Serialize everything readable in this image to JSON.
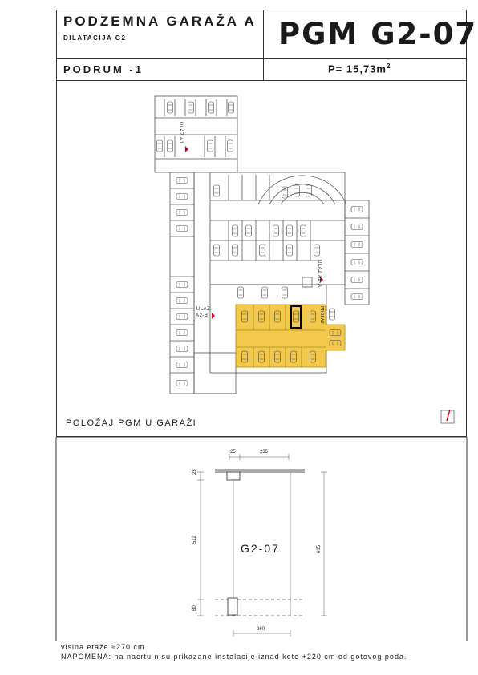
{
  "header": {
    "title": "PODZEMNA GARAŽA A",
    "subtitle": "DILATACIJA G2",
    "code": "PGM G2-07",
    "floor": "PODRUM -1",
    "area_prefix": "P= 15,73m",
    "area_sup": "2"
  },
  "site_plan": {
    "caption": "POLOŽAJ PGM U GARAŽI",
    "labels": {
      "entrance_a1": "ULAZ A1",
      "entrance_a2a": "ULAZ A2-A",
      "entrance_a2b_1": "ULAZ",
      "entrance_a2b_2": "A2-B",
      "transit": "PROLAZ"
    },
    "highlight_color": "#f2c94c",
    "selected_outline_color": "#000000"
  },
  "detail": {
    "space_label": "G2-07",
    "dim_top_small": "25",
    "dim_top_large": "235",
    "dim_left_top": "23",
    "dim_left_mid": "512",
    "dim_left_bottom": "80",
    "dim_right": "615",
    "dim_bottom": "260"
  },
  "notes": {
    "line1": "visina etaže ≈270 cm",
    "line2": "NAPOMENA:  na nacrtu nisu prikazane instalacije iznad kote +220 cm od gotovog poda."
  },
  "icons": {
    "north": "north-arrow-icon"
  }
}
